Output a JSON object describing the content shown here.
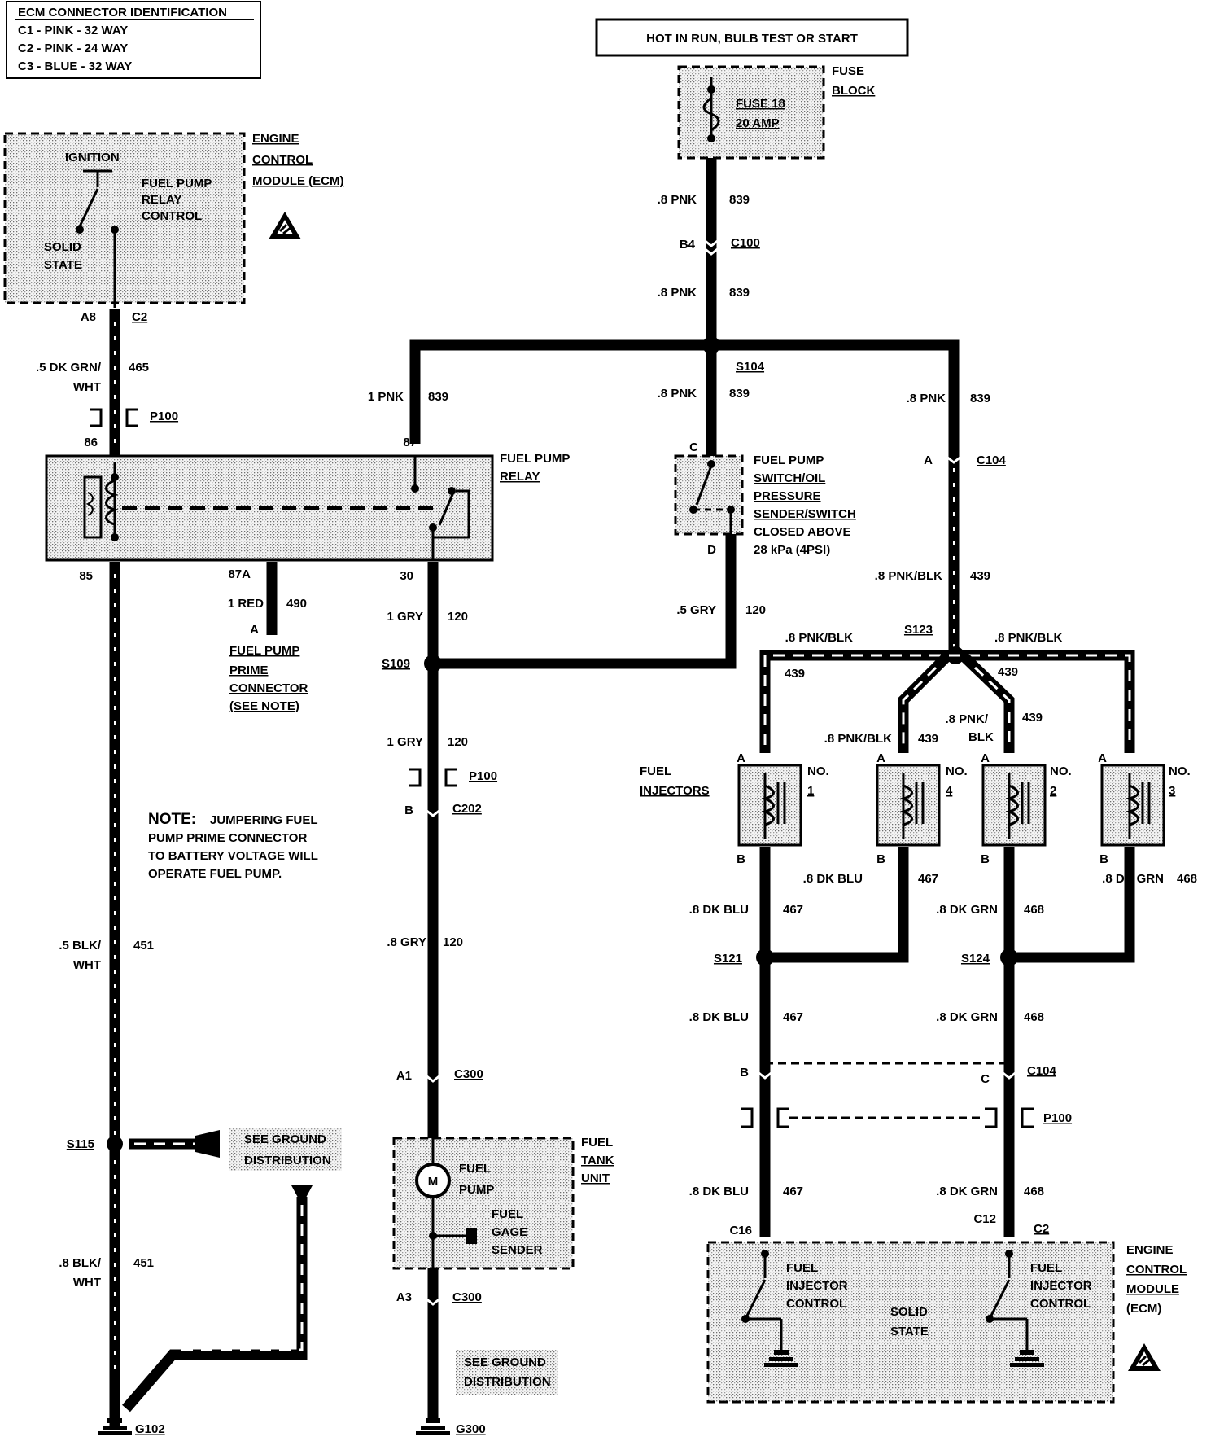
{
  "ecm_id": {
    "title": "ECM CONNECTOR IDENTIFICATION",
    "lines": [
      "C1 - PINK - 32 WAY",
      "C2 - PINK - 24 WAY",
      "C3 - BLUE - 32 WAY"
    ]
  },
  "power_header": "HOT IN RUN, BULB TEST OR START",
  "fuse_block": {
    "label_1": "FUSE",
    "label_2": "BLOCK",
    "fuse_1": "FUSE 18",
    "fuse_2": "20 AMP"
  },
  "ecm_top": {
    "name_1": "ENGINE",
    "name_2": "CONTROL",
    "name_3": "MODULE (ECM)",
    "ignition": "IGNITION",
    "relay_ctrl_1": "FUEL PUMP",
    "relay_ctrl_2": "RELAY",
    "relay_ctrl_3": "CONTROL",
    "solid_1": "SOLID",
    "solid_2": "STATE"
  },
  "relay": {
    "label_1": "FUEL PUMP",
    "label_2": "RELAY",
    "pin86": "86",
    "pin87": "87",
    "pin85": "85",
    "pin87a": "87A",
    "pin30": "30"
  },
  "pressure_switch": {
    "l1": "FUEL PUMP",
    "l2": "SWITCH/OIL",
    "l3": "PRESSURE",
    "l4": "SENDER/SWITCH",
    "l5": "CLOSED ABOVE",
    "l6": "28 kPa (4PSI)",
    "pinC": "C",
    "pinD": "D"
  },
  "prime": {
    "l1": "FUEL PUMP",
    "l2": "PRIME",
    "l3": "CONNECTOR",
    "l4": "(SEE NOTE)",
    "pinA": "A"
  },
  "note": {
    "bold": "NOTE:",
    "l1": "JUMPERING FUEL",
    "l2": "PUMP PRIME CONNECTOR",
    "l3": "TO BATTERY VOLTAGE WILL",
    "l4": "OPERATE FUEL PUMP."
  },
  "tank": {
    "l1": "FUEL",
    "l2": "TANK",
    "l3": "UNIT",
    "pump_1": "FUEL",
    "pump_2": "PUMP",
    "motor": "M",
    "gage_1": "FUEL",
    "gage_2": "GAGE",
    "gage_3": "SENDER"
  },
  "ground": {
    "see_1": "SEE GROUND",
    "see_2": "DISTRIBUTION"
  },
  "injectors": {
    "title_1": "FUEL",
    "title_2": "INJECTORS",
    "no_label": "NO.",
    "numbers": [
      "1",
      "4",
      "2",
      "3"
    ],
    "pinA": "A",
    "pinB": "B"
  },
  "ecm_bottom": {
    "name_1": "ENGINE",
    "name_2": "CONTROL",
    "name_3": "MODULE",
    "name_4": "(ECM)",
    "ctrl_1": "FUEL",
    "ctrl_2": "INJECTOR",
    "ctrl_3": "CONTROL",
    "solid_1": "SOLID",
    "solid_2": "STATE"
  },
  "connectors": {
    "c100": "C100",
    "b4": "B4",
    "s104": "S104",
    "c2": "C2",
    "a8": "A8",
    "p100": "P100",
    "c104": "C104",
    "a": "A",
    "b": "B",
    "c": "C",
    "s123": "S123",
    "s109": "S109",
    "c202": "C202",
    "s121": "S121",
    "s124": "S124",
    "c300": "C300",
    "a1": "A1",
    "a3": "A3",
    "s115": "S115",
    "g102": "G102",
    "g300": "G300",
    "c16": "C16",
    "c12": "C12"
  },
  "wires": {
    "pnk_08": ".8 PNK",
    "pnk_1": "1 PNK",
    "c839": "839",
    "dkgrn_wht_1": ".5 DK GRN/",
    "dkgrn_wht_2": "WHT",
    "c465": "465",
    "red_1": "1 RED",
    "c490": "490",
    "gry_1": "1 GRY",
    "gry_05": ".5 GRY",
    "gry_08": ".8 GRY",
    "c120": "120",
    "pnkblk": ".8 PNK/BLK",
    "pnk_split_1": ".8 PNK/",
    "pnk_split_2": "BLK",
    "c439": "439",
    "dkblu": ".8 DK BLU",
    "c467": "467",
    "dkgrn": ".8 DK GRN",
    "c468": "468",
    "blkwht_05_1": ".5 BLK/",
    "blkwht_08_1": ".8 BLK/",
    "blkwht_2": "WHT",
    "c451": "451"
  }
}
